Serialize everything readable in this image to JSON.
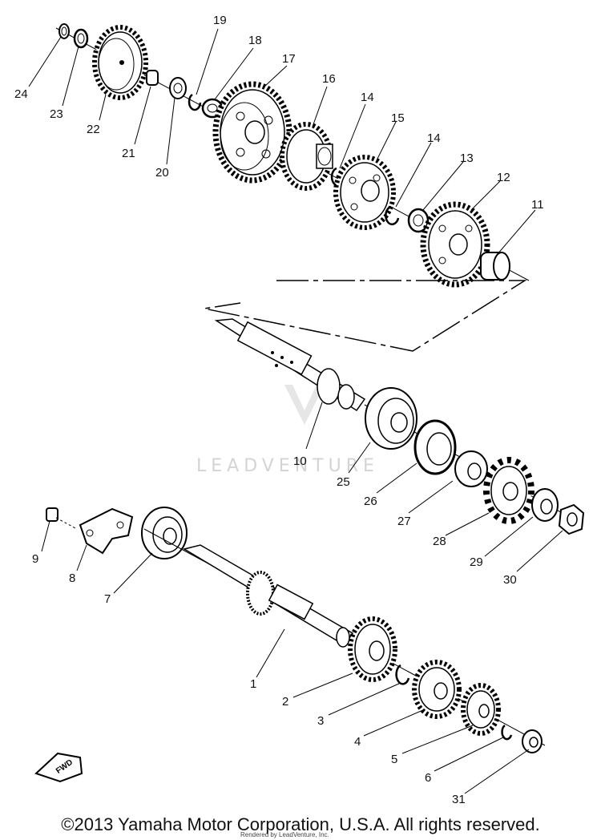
{
  "diagram": {
    "callouts": {
      "c1": "1",
      "c2": "2",
      "c3": "3",
      "c4": "4",
      "c5": "5",
      "c6": "6",
      "c7": "7",
      "c8": "8",
      "c9": "9",
      "c10": "10",
      "c11": "11",
      "c12": "12",
      "c13": "13",
      "c14a": "14",
      "c14b": "14",
      "c15": "15",
      "c16": "16",
      "c17": "17",
      "c18": "18",
      "c19": "19",
      "c20": "20",
      "c21": "21",
      "c22": "22",
      "c23": "23",
      "c24": "24",
      "c25": "25",
      "c26": "26",
      "c27": "27",
      "c28": "28",
      "c29": "29",
      "c30": "30",
      "c31": "31"
    },
    "fwd_label": "FWD",
    "watermark": "LEADVENTURE"
  },
  "footer": {
    "copyright": "©2013 Yamaha Motor Corporation, U.S.A. All rights reserved.",
    "rendered_by": "Rendered by LeadVenture, Inc."
  }
}
